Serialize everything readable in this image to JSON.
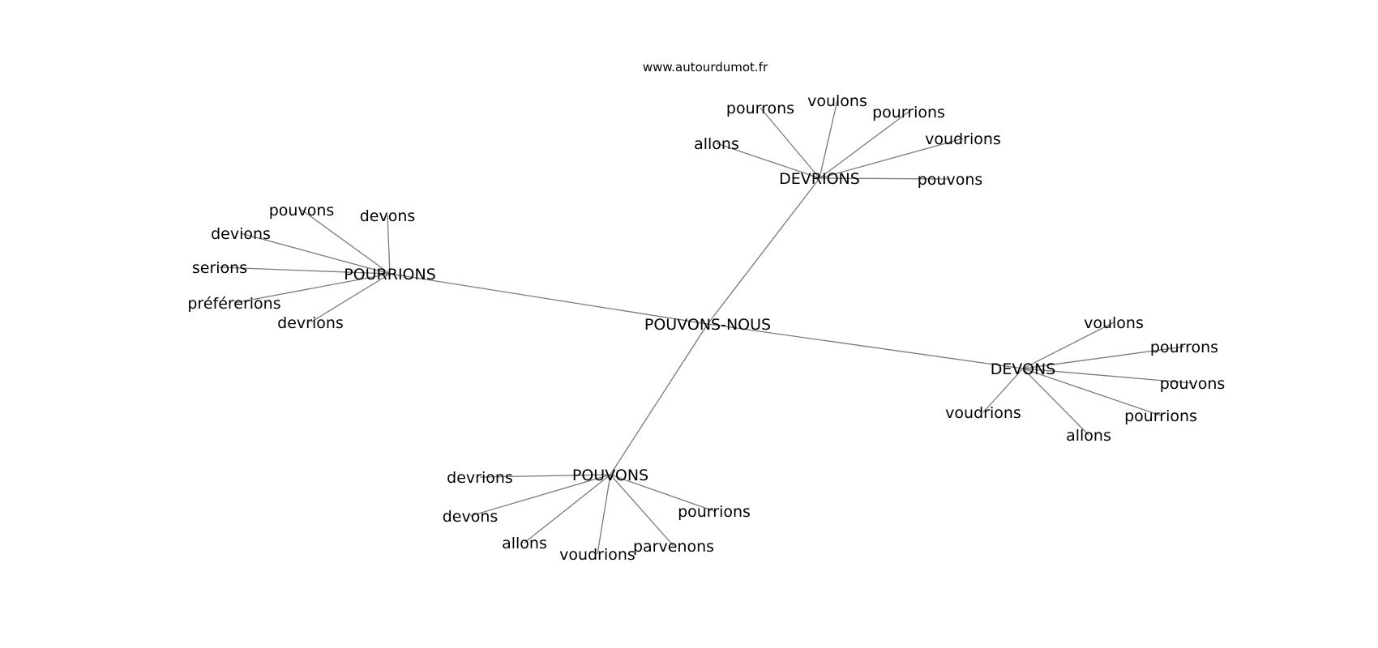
{
  "source": "www.autourdumot.fr",
  "center": {
    "id": "c",
    "label": "POUVONS-NOUS"
  },
  "hubs": [
    {
      "id": "devrions",
      "label": "DEVRIONS",
      "leaves": [
        "allons",
        "pourrons",
        "voulons",
        "pourrions",
        "voudrions",
        "pouvons"
      ]
    },
    {
      "id": "pourrions",
      "label": "POURRIONS",
      "leaves": [
        "pouvons",
        "devons",
        "devions",
        "serions",
        "préférerions",
        "devrions"
      ]
    },
    {
      "id": "devons",
      "label": "DEVONS",
      "leaves": [
        "voulons",
        "pourrons",
        "pouvons",
        "pourrions",
        "allons",
        "voudrions"
      ]
    },
    {
      "id": "pouvons",
      "label": "POUVONS",
      "leaves": [
        "devrions",
        "devons",
        "allons",
        "voudrions",
        "parvenons",
        "pourrions"
      ]
    }
  ]
}
